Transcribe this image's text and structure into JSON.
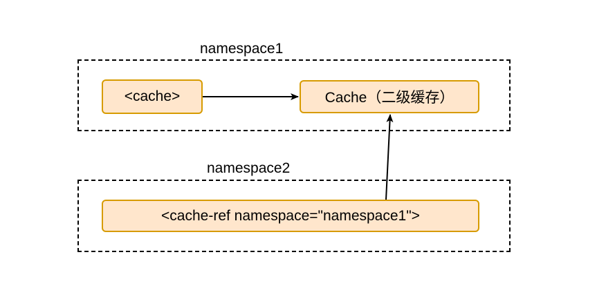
{
  "diagram": {
    "groups": [
      {
        "id": "ns1",
        "label": "namespace1"
      },
      {
        "id": "ns2",
        "label": "namespace2"
      }
    ],
    "nodes": {
      "cache_tag": "<cache>",
      "cache_obj": "Cache（二级缓存）",
      "cache_ref": "<cache-ref namespace=\"namespace1\">"
    },
    "edges": [
      {
        "from": "cache_tag",
        "to": "cache_obj"
      },
      {
        "from": "cache_ref",
        "to": "cache_obj"
      }
    ],
    "colors": {
      "node_fill": "#ffe6cc",
      "node_stroke": "#d79b00",
      "line": "#000000"
    }
  }
}
